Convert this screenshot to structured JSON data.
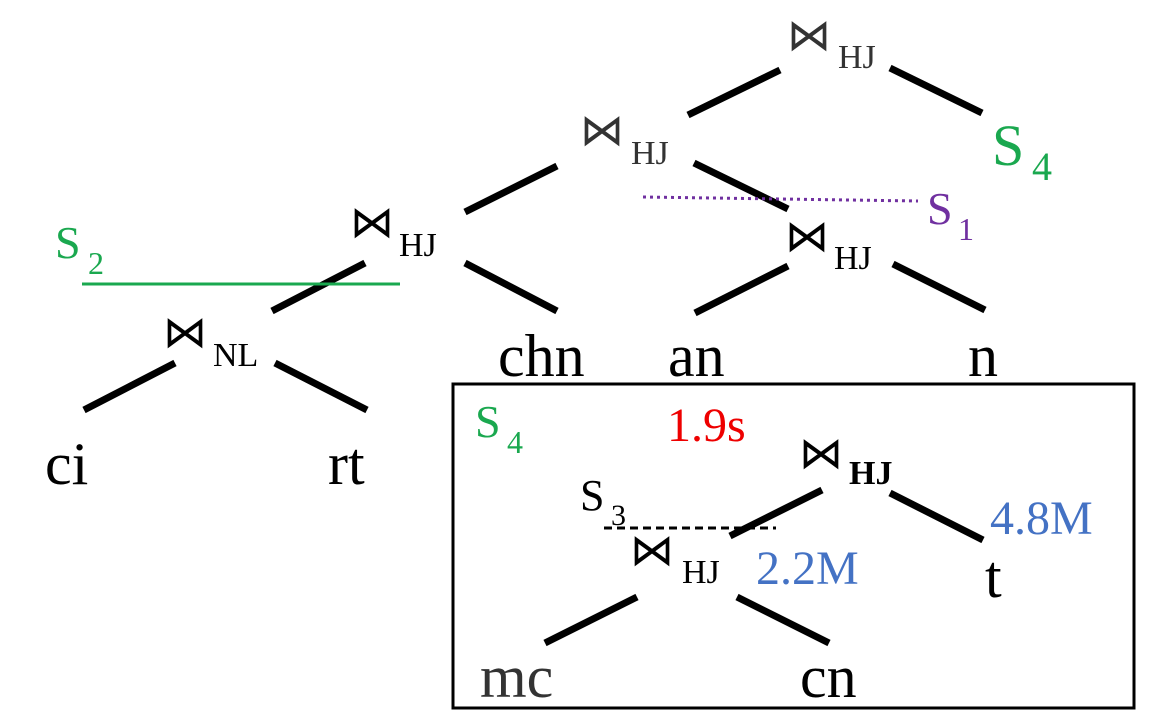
{
  "colors": {
    "edge": "#000000",
    "join_op": "#333333",
    "green": "#1aa84f",
    "purple": "#7030a0",
    "red": "#ee0000",
    "blue": "#4472c4",
    "box_border": "#000000"
  },
  "join_symbol": "⋈",
  "top_tree": {
    "root_join": {
      "method": "HJ"
    },
    "mid_join": {
      "method": "HJ"
    },
    "left_join": {
      "method": "HJ"
    },
    "right_join": {
      "method": "HJ"
    },
    "nl_join": {
      "method": "NL"
    },
    "leaves": {
      "ci": "ci",
      "rt": "rt",
      "chn": "chn",
      "an": "an",
      "n": "n"
    },
    "s4_label": {
      "base": "S",
      "sub": "4"
    },
    "s1_label": {
      "base": "S",
      "sub": "1"
    },
    "s2_label": {
      "base": "S",
      "sub": "2"
    }
  },
  "subplan_box": {
    "s4_label": {
      "base": "S",
      "sub": "4"
    },
    "s3_label": {
      "base": "S",
      "sub": "3"
    },
    "time": "1.9s",
    "upper_join": {
      "method": "HJ"
    },
    "lower_join": {
      "method": "HJ"
    },
    "card_upper": "4.8M",
    "card_lower": "2.2M",
    "leaves": {
      "mc": "mc",
      "cn": "cn",
      "t": "t"
    }
  }
}
